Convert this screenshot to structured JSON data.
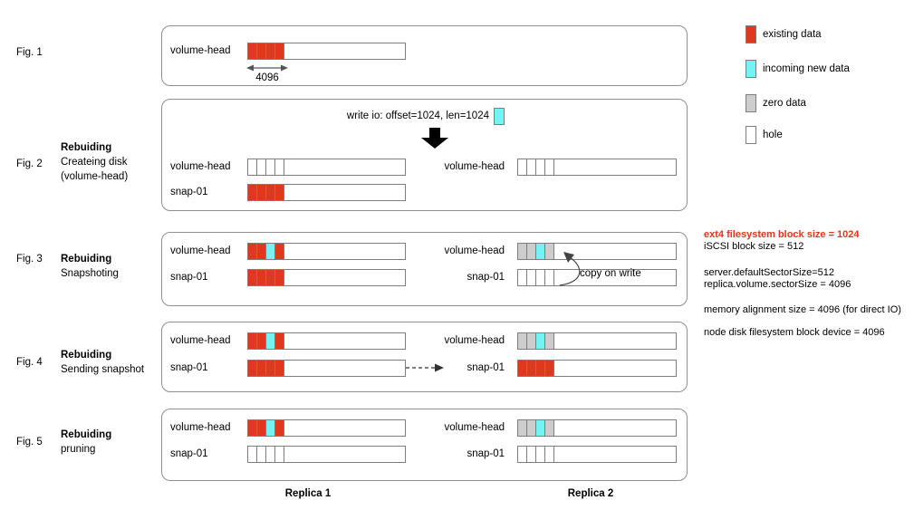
{
  "figures": [
    {
      "fig_label": "Fig. 1",
      "caption_bold": "",
      "caption_lines": [],
      "annotation_4096": "4096",
      "left_rows": [
        {
          "label": "volume-head",
          "cells": [
            "existing",
            "existing",
            "existing",
            "existing"
          ]
        }
      ],
      "right_rows": []
    },
    {
      "fig_label": "Fig. 2",
      "caption_bold": "Rebuiding",
      "caption_lines": [
        "Createing disk",
        "(volume-head)"
      ],
      "write_io_label": "write io: offset=1024, len=1024",
      "left_rows": [
        {
          "label": "volume-head",
          "cells": [
            "hole",
            "hole",
            "hole",
            "hole"
          ]
        },
        {
          "label": "snap-01",
          "cells": [
            "existing",
            "existing",
            "existing",
            "existing"
          ]
        }
      ],
      "right_rows": [
        {
          "label": "volume-head",
          "cells": [
            "hole",
            "hole",
            "hole",
            "hole"
          ]
        }
      ]
    },
    {
      "fig_label": "Fig. 3",
      "caption_bold": "Rebuiding",
      "caption_lines": [
        "Snapshoting"
      ],
      "copy_on_write_label": "copy on write",
      "left_rows": [
        {
          "label": "volume-head",
          "cells": [
            "existing",
            "existing",
            "incoming",
            "existing"
          ]
        },
        {
          "label": "snap-01",
          "cells": [
            "existing",
            "existing",
            "existing",
            "existing"
          ]
        }
      ],
      "right_rows": [
        {
          "label": "volume-head",
          "cells": [
            "zero",
            "zero",
            "incoming",
            "zero"
          ]
        },
        {
          "label": "snap-01",
          "cells": [
            "hole",
            "hole",
            "hole",
            "hole"
          ]
        }
      ]
    },
    {
      "fig_label": "Fig. 4",
      "caption_bold": "Rebuiding",
      "caption_lines": [
        "Sending snapshot"
      ],
      "left_rows": [
        {
          "label": "volume-head",
          "cells": [
            "existing",
            "existing",
            "incoming",
            "existing"
          ]
        },
        {
          "label": "snap-01",
          "cells": [
            "existing",
            "existing",
            "existing",
            "existing"
          ]
        }
      ],
      "right_rows": [
        {
          "label": "volume-head",
          "cells": [
            "zero",
            "zero",
            "incoming",
            "zero"
          ]
        },
        {
          "label": "snap-01",
          "cells": [
            "existing",
            "existing",
            "existing",
            "existing"
          ]
        }
      ]
    },
    {
      "fig_label": "Fig. 5",
      "caption_bold": "Rebuiding",
      "caption_lines": [
        "pruning"
      ],
      "left_rows": [
        {
          "label": "volume-head",
          "cells": [
            "existing",
            "existing",
            "incoming",
            "existing"
          ]
        },
        {
          "label": "snap-01",
          "cells": [
            "hole",
            "hole",
            "hole",
            "hole"
          ]
        }
      ],
      "right_rows": [
        {
          "label": "volume-head",
          "cells": [
            "zero",
            "zero",
            "incoming",
            "zero"
          ]
        },
        {
          "label": "snap-01",
          "cells": [
            "hole",
            "hole",
            "hole",
            "hole"
          ]
        }
      ]
    }
  ],
  "legend": {
    "items": [
      {
        "type": "existing",
        "label": "existing data"
      },
      {
        "type": "incoming",
        "label": "incoming new data"
      },
      {
        "type": "zero",
        "label": "zero data"
      },
      {
        "type": "hole",
        "label": "hole"
      }
    ]
  },
  "notes": [
    {
      "text": "ext4 filesystem block size = 1024",
      "accent": true
    },
    {
      "text": "iSCSI block size = 512",
      "accent": false
    },
    {
      "text": "server.defaultSectorSize=512",
      "accent": false
    },
    {
      "text": "replica.volume.sectorSize = 4096",
      "accent": false
    },
    {
      "text": "memory alignment size = 4096 (for direct IO)",
      "accent": false
    },
    {
      "text": "node disk filesystem block device = 4096",
      "accent": false
    }
  ],
  "replica_labels": [
    "Replica 1",
    "Replica 2"
  ],
  "colors": {
    "existing": "#e0381f",
    "incoming": "#73f3f3",
    "zero": "#cdcdcd",
    "hole": "#ffffff",
    "note_accent": "#e8331c"
  }
}
